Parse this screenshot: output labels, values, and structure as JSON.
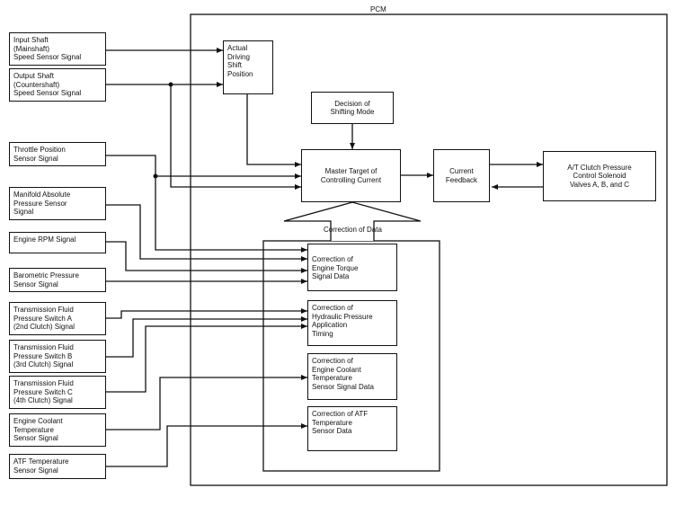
{
  "pcm_label": "PCM",
  "inputs": [
    "Input Shaft\n(Mainshaft)\nSpeed Sensor Signal",
    "Output Shaft\n(Countershaft)\nSpeed Sensor Signal",
    "Throttle Position\nSensor Signal",
    "Manifold Absolute\nPressure Sensor\nSignal",
    "Engine RPM Signal",
    "Barometric Pressure\nSensor Signal",
    "Transmission Fluid\nPressure Switch A\n(2nd Clutch) Signal",
    "Transmission Fluid\nPressure Switch B\n(3rd Clutch) Signal",
    "Transmission Fluid\nPressure Switch C\n(4th Clutch) Signal",
    "Engine Coolant\nTemperature\nSensor Signal",
    "ATF Temperature\nSensor Signal"
  ],
  "actual_shift": "Actual\nDriving\nShift\nPosition",
  "decision_mode": "Decision of\nShifting Mode",
  "master_target": "Master Target of\nControlling Current",
  "current_feedback": "Current\nFeedback",
  "output": "A/T Clutch Pressure\nControl Solenoid\nValves A, B, and C",
  "correction_of_data": "Correction of Data",
  "corrections": [
    "Correction of\nEngine Torque\nSignal Data",
    "Correction of\nHydraulic Pressure\nApplication\nTiming",
    "Correction of\nEngine Coolant\nTemperature\nSensor Signal Data",
    "Correction of ATF\nTemperature\nSensor Data"
  ]
}
